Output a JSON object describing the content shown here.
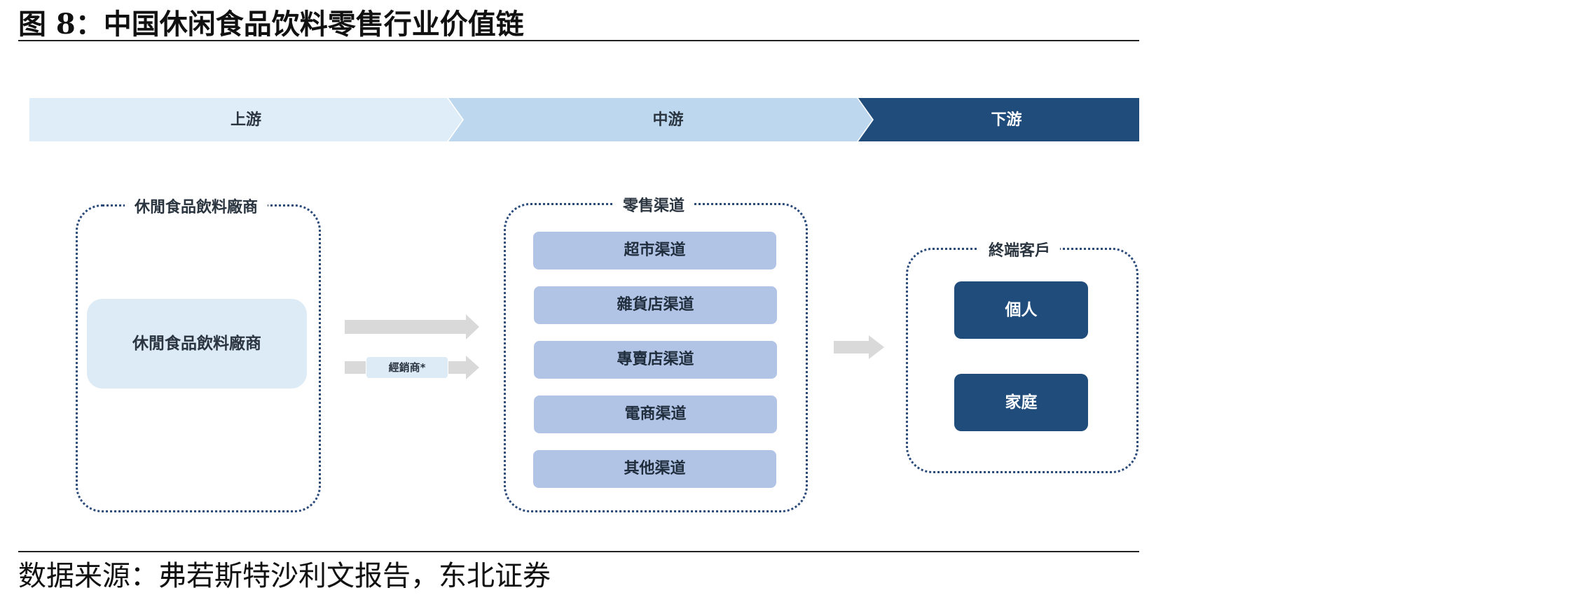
{
  "figure": {
    "title": "图 8：中国休闲食品饮料零售行业价值链",
    "source": "数据来源：弗若斯特沙利文报告，东北证券"
  },
  "stages": [
    "上游",
    "中游",
    "下游"
  ],
  "upstream": {
    "group_title": "休閒食品飲料廠商",
    "box_label": "休閒食品飲料廠商"
  },
  "distributor_label": "經銷商*",
  "midstream": {
    "group_title": "零售渠道",
    "channels": [
      "超市渠道",
      "雜貨店渠道",
      "專賣店渠道",
      "電商渠道",
      "其他渠道"
    ]
  },
  "downstream": {
    "group_title": "終端客戶",
    "customers": [
      "個人",
      "家庭"
    ]
  },
  "colors": {
    "stage_1": "#deedf7",
    "stage_2": "#bcd7ee",
    "stage_3": "#1f4c7a",
    "channel_fill": "#b2c4e5",
    "customer_fill": "#1f4c7a",
    "arrow": "#d9d9d9"
  }
}
